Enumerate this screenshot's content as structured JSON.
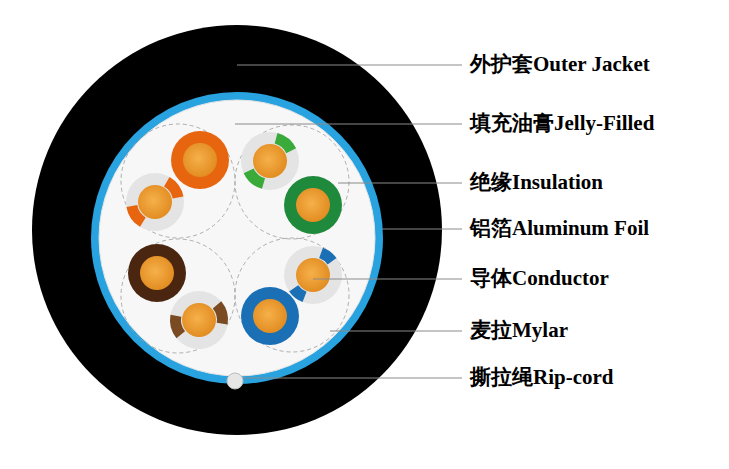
{
  "diagram": {
    "labels": [
      "外护套Outer Jacket",
      "填充油膏Jelly-Filled",
      "绝缘Insulation",
      "铝箔Aluminum Foil",
      "导体Conductor",
      "麦拉Mylar",
      "撕拉绳Rip-cord"
    ]
  }
}
